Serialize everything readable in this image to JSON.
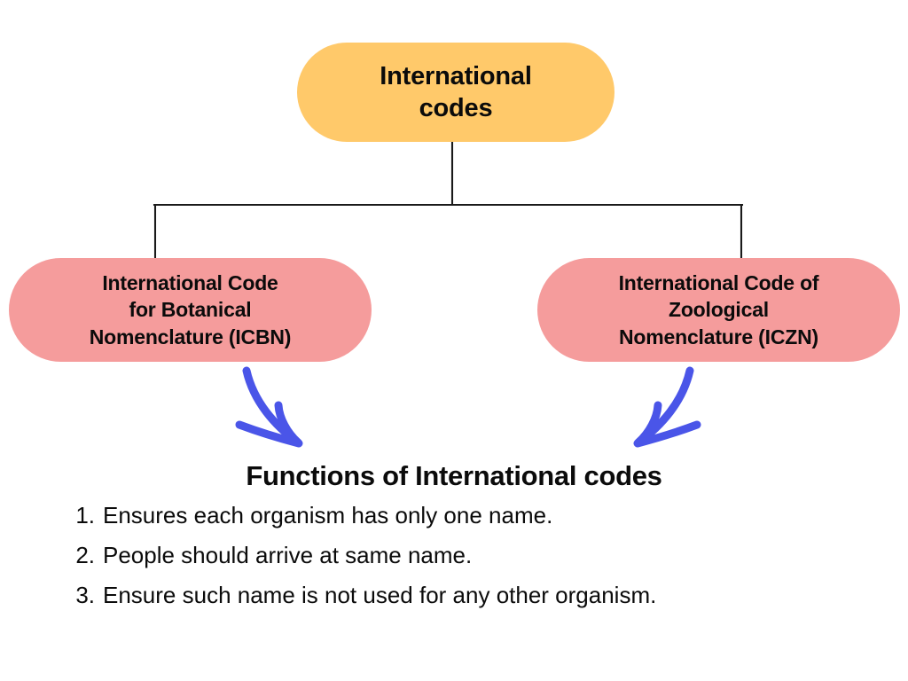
{
  "diagram": {
    "root": {
      "label": "International\ncodes",
      "color": "#FFC96A",
      "shape": "rounded-pill"
    },
    "children": [
      {
        "id": "icbn",
        "label": "International Code\nfor Botanical\nNomenclature (ICBN)",
        "abbreviation": "ICBN",
        "color": "#F59C9C",
        "shape": "rounded-pill"
      },
      {
        "id": "iczn",
        "label": "International Code of\nZoological\nNomenclature (ICZN)",
        "abbreviation": "ICZN",
        "color": "#F59C9C",
        "shape": "rounded-pill"
      }
    ],
    "connector_color": "#1a1a1a",
    "arrow_color": "#4A55E8"
  },
  "functions": {
    "heading": "Functions of International codes",
    "items": [
      {
        "marker": "1.",
        "text": "Ensures each organism has only one name."
      },
      {
        "marker": "2.",
        "text": "People should arrive at same name."
      },
      {
        "marker": "3.",
        "text": "Ensure such name is not used for any other organism."
      }
    ]
  }
}
